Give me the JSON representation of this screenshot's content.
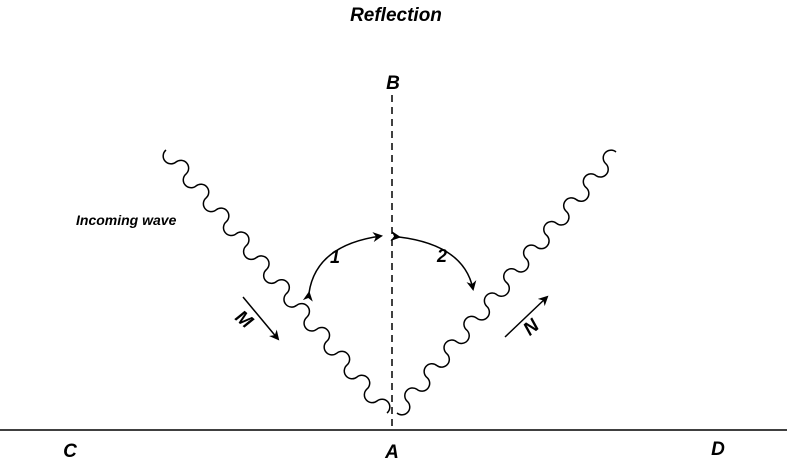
{
  "diagram": {
    "title": "Reflection",
    "incoming_label": "Incoming wave",
    "normal_label": "B",
    "point_labels": {
      "a": "A",
      "c": "C",
      "d": "D"
    },
    "angle_labels": {
      "one": "1",
      "two": "2"
    },
    "direction_labels": {
      "m": "M",
      "n": "N"
    },
    "colors": {
      "stroke": "#000000",
      "background": "#ffffff"
    }
  }
}
